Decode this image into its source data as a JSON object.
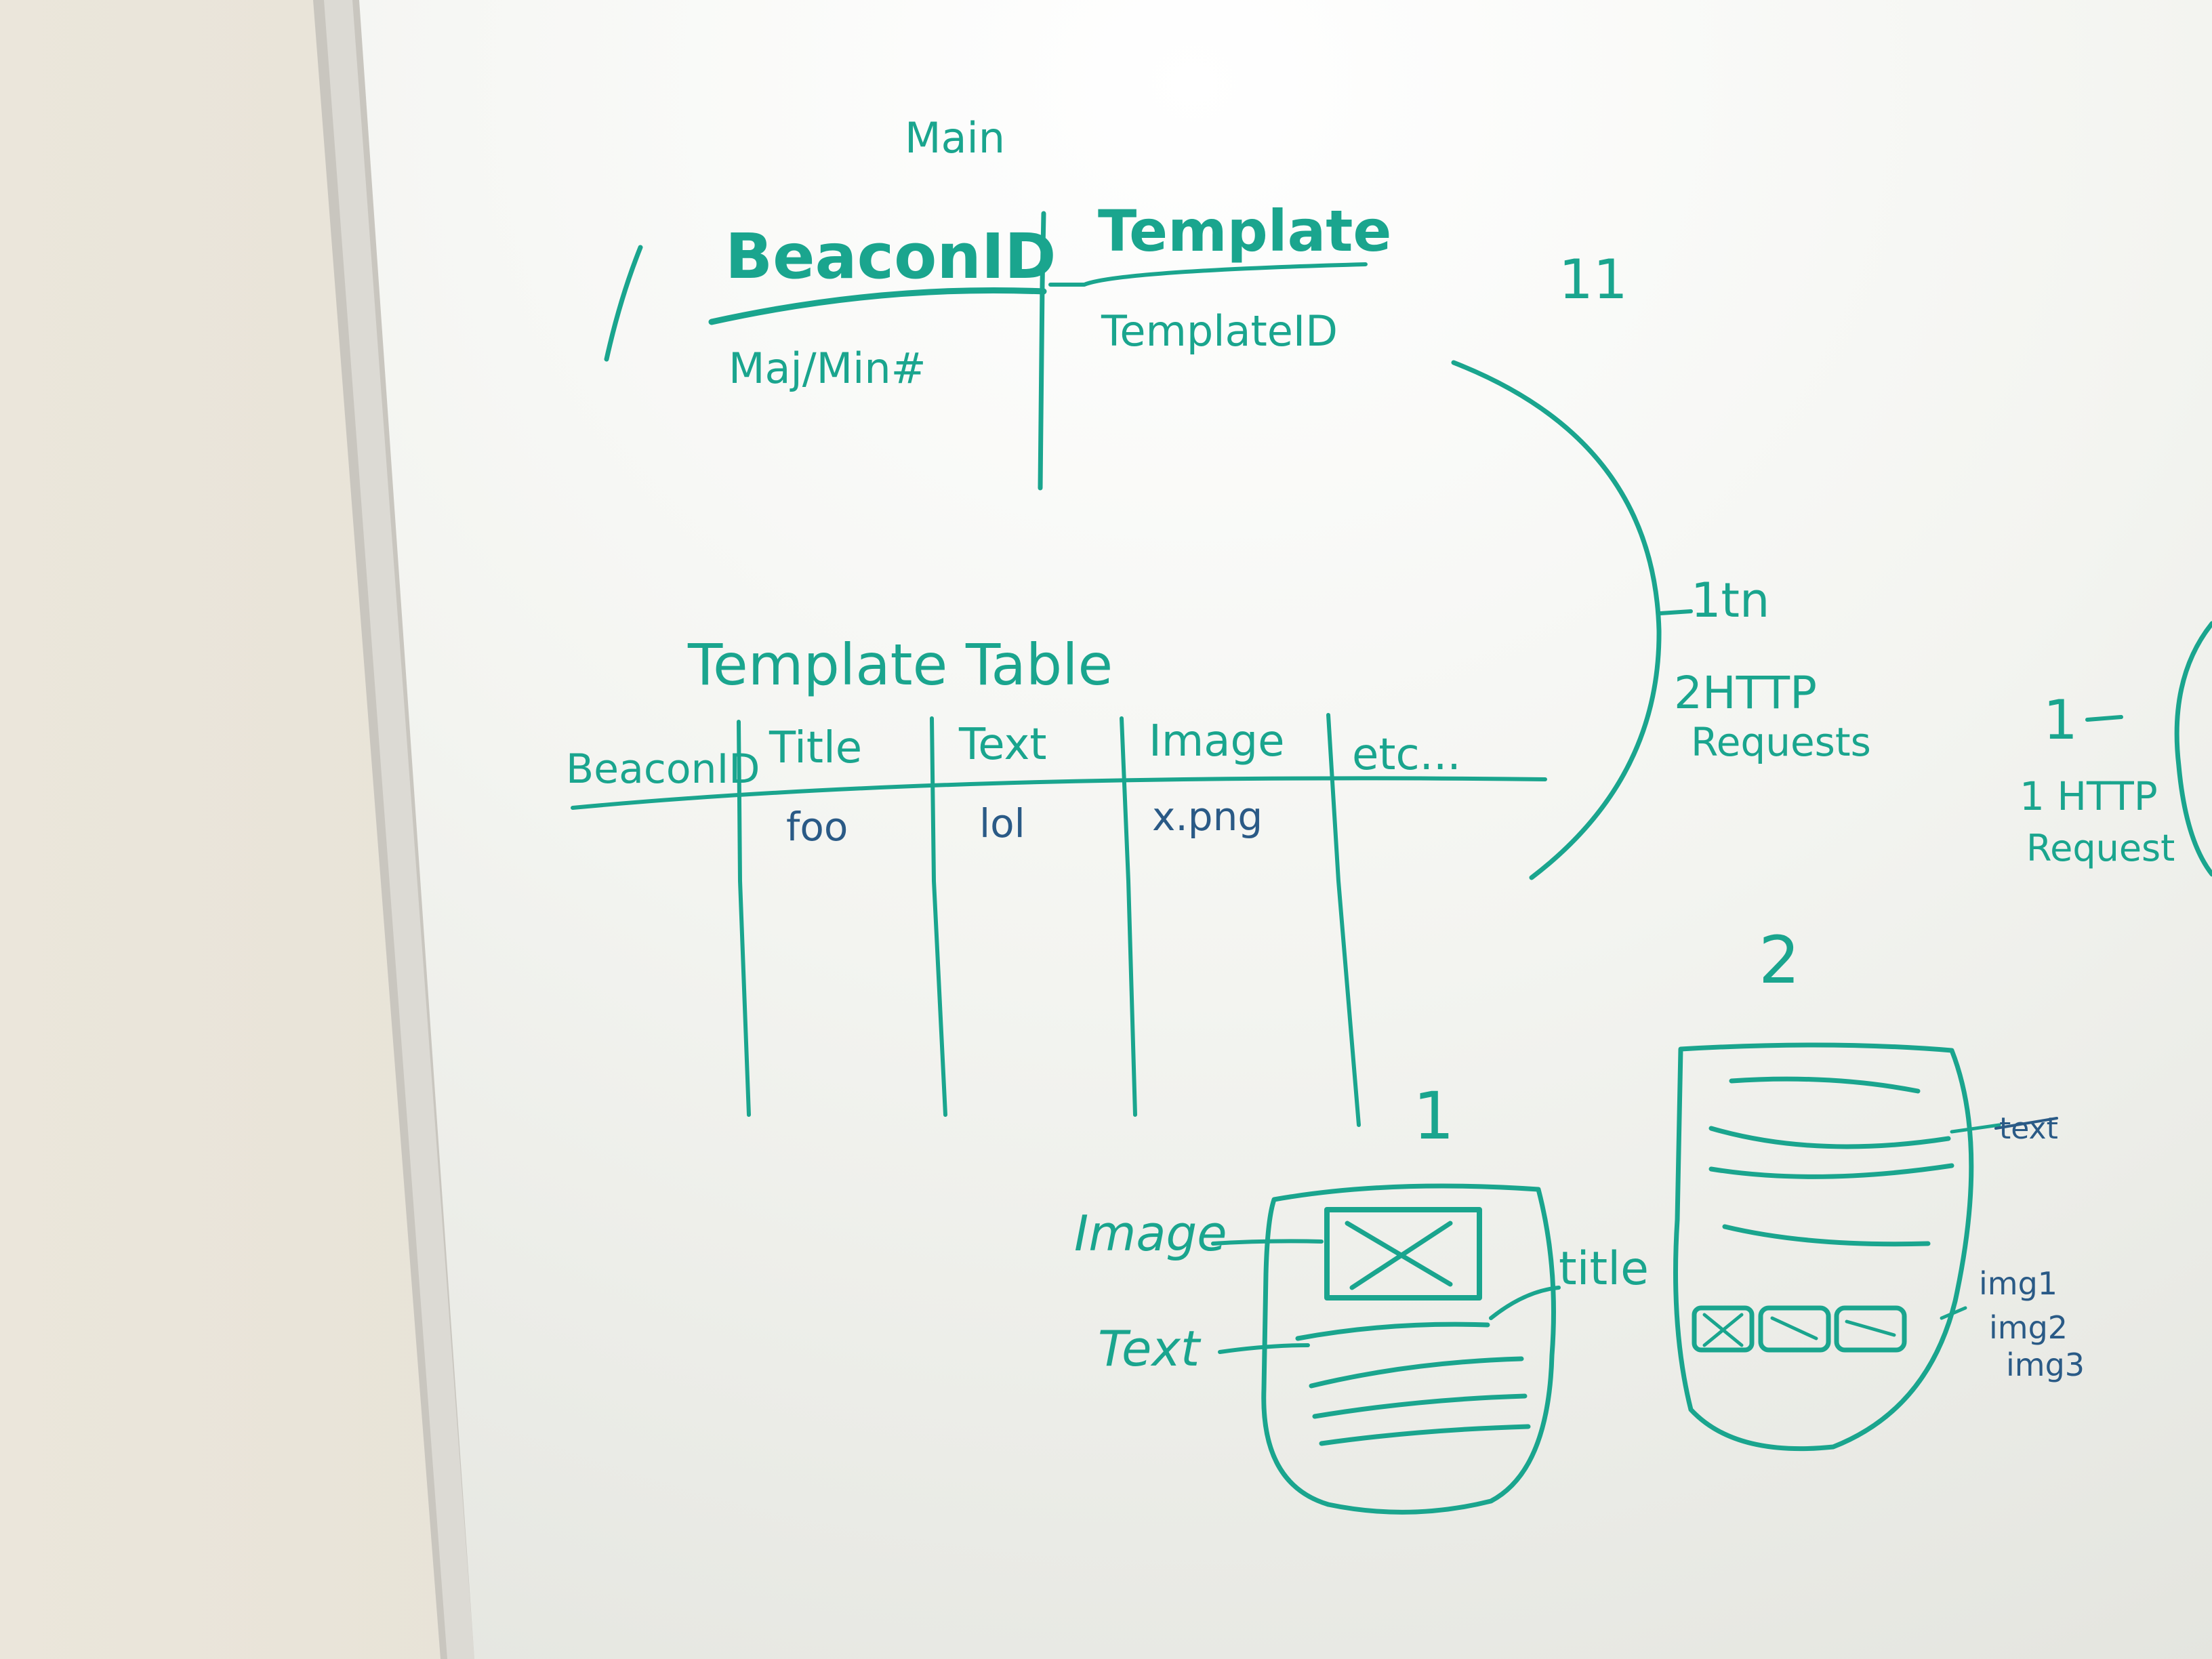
{
  "colors": {
    "wall": "#e6e1d6",
    "frame": "#c9c6bf",
    "board": "#f6f6f2",
    "marker_teal": "#1aa58e",
    "marker_blue": "#2a5a86"
  },
  "whiteboard": {
    "main_table": {
      "title": "Main",
      "col1_header": "BeaconID",
      "col2_header": "Template",
      "col1_value": "Maj/Min#",
      "col2_value": "TemplateID"
    },
    "relation_top": "11",
    "relation_one_to_n": "1tn",
    "http_two_line1": "2HTTP",
    "http_two_line2": "Requests",
    "relation_one_right": "1",
    "http_one_line1": "1 HTTP",
    "http_one_line2": "Request",
    "template_table": {
      "title": "Template Table",
      "headers": [
        "BeaconID",
        "Title",
        "Text",
        "Image",
        "etc..."
      ],
      "row1": [
        "",
        "foo",
        "lol",
        "x.png",
        ""
      ]
    },
    "sketch1": {
      "number": "1",
      "label_image": "Image",
      "label_text": "Text",
      "label_title": "title"
    },
    "sketch2": {
      "number": "2",
      "label_text_struck": "text",
      "label_img1": "img1",
      "label_img2": "img2",
      "label_img3": "img3"
    }
  }
}
